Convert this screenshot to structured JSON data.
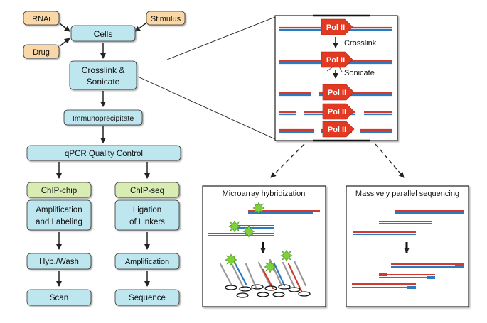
{
  "inputs": {
    "rnai": "RNAi",
    "drug": "Drug",
    "stimulus": "Stimulus"
  },
  "workflow": {
    "cells": "Cells",
    "crosslink_line1": "Crosslink &",
    "crosslink_line2": "Sonicate",
    "immunoprecipitate": "Immunoprecipitate",
    "qpcr": "qPCR Quality Control"
  },
  "chip_chip": {
    "header": "ChIP-chip",
    "step1_line1": "Amplification",
    "step1_line2": "and Labeling",
    "step2": "Hyb./Wash",
    "step3": "Scan"
  },
  "chip_seq": {
    "header": "ChIP-seq",
    "step1_line1": "Ligation",
    "step1_line2": "of Linkers",
    "step2": "Amplification",
    "step3": "Sequence"
  },
  "detail_panel": {
    "pol_label": "Pol II",
    "crosslink": "Crosslink",
    "sonicate": "Sonicate"
  },
  "microarray_panel": {
    "title": "Microarray hybridization"
  },
  "sequencing_panel": {
    "title": "Massively parallel sequencing"
  },
  "colors": {
    "input_fill": "#f9d7a6",
    "step_fill": "#bde6ee",
    "header_fill": "#d8ecb4",
    "dna_red": "#d23a30",
    "dna_blue": "#2a7cc0",
    "pol_red": "#e23a22",
    "fluor_green": "#7fd13b"
  }
}
